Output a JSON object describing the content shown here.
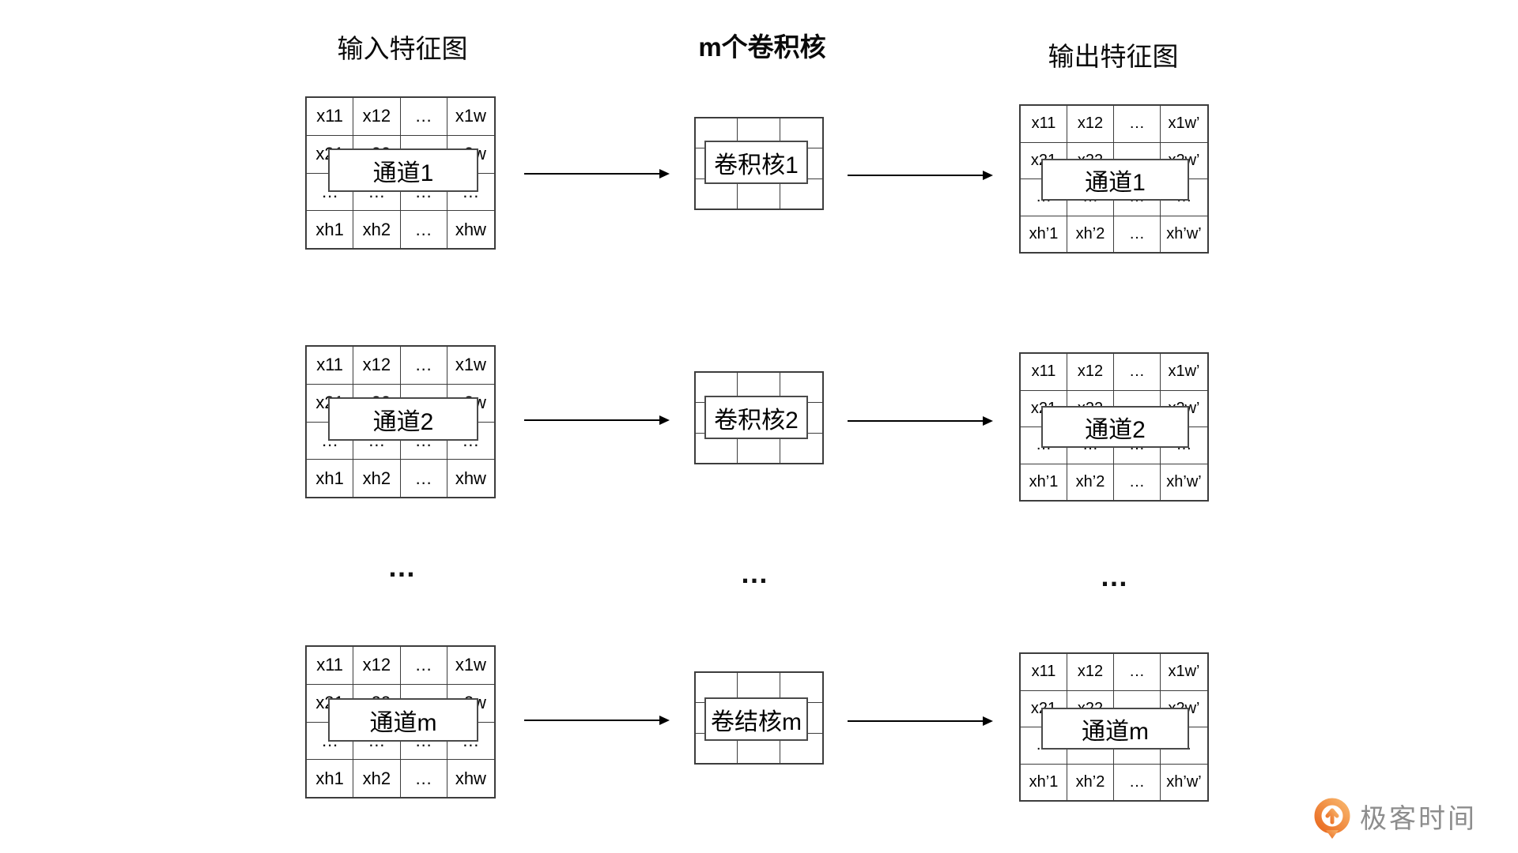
{
  "titles": {
    "input": "输入特征图",
    "kernels": "m个卷积核",
    "output": "输出特征图"
  },
  "grids": {
    "input_cells": [
      [
        "x11",
        "x12",
        "…",
        "x1w"
      ],
      [
        "x21",
        "x22",
        "…",
        "x2w"
      ],
      [
        "…",
        "…",
        "…",
        "…"
      ],
      [
        "xh1",
        "xh2",
        "…",
        "xhw"
      ]
    ],
    "kernel_cells": [
      [
        "",
        "",
        ""
      ],
      [
        "",
        "",
        ""
      ],
      [
        "",
        "",
        ""
      ]
    ],
    "output_cells": [
      [
        "x11",
        "x12",
        "…",
        "x1w’"
      ],
      [
        "x21",
        "x22",
        "…",
        "x2w’"
      ],
      [
        "…",
        "…",
        "…",
        "…"
      ],
      [
        "xh’1",
        "xh’2",
        "…",
        "xh’w’"
      ]
    ]
  },
  "rows": [
    {
      "input_label": "通道1",
      "kernel_label": "卷积核1",
      "output_label": "通道1"
    },
    {
      "input_label": "通道2",
      "kernel_label": "卷积核2",
      "output_label": "通道2"
    },
    {
      "input_label": "通道m",
      "kernel_label": "卷结核m",
      "output_label": "通道m"
    }
  ],
  "ellipsis": {
    "left": "…",
    "middle": "…",
    "right": "…"
  },
  "logo": {
    "text": "极客时间"
  },
  "colors": {
    "background": "#ffffff",
    "grid_line": "#3d3d3d",
    "label_border": "#4a4a4a",
    "arrow": "#000000",
    "logo_text": "#8d8d8d",
    "logo_orange_dark": "#e96a20",
    "logo_orange_light": "#f8b369"
  }
}
